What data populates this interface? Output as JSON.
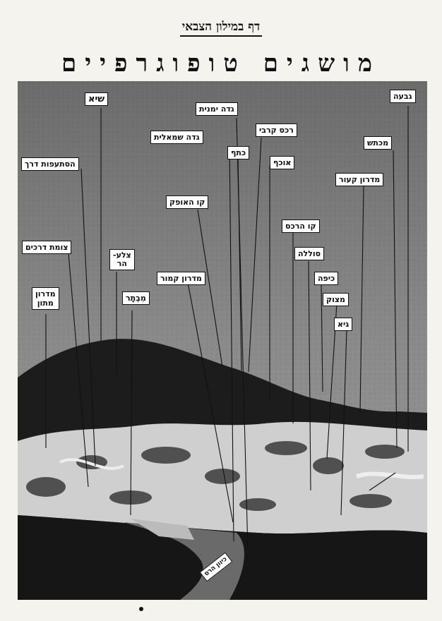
{
  "header": {
    "label": "דף במילון הצבאי"
  },
  "title": "מושגים טופוגרפיים",
  "labels": {
    "givea": "גבעה",
    "shia": "שיא",
    "gada_yemanit": "גדה ימנית",
    "gada_smalit": "גדה שמאלית",
    "reches_krevi": "רכס קרבי",
    "katef": "כתף",
    "ochef": "אוכף",
    "michtash": "מכתש",
    "hista_afut": "הסתעפות דרך",
    "midron_kaur": "מדרון קעור",
    "kav_haofek": "קו האופק",
    "kav_harechess": "קו הרכס",
    "tzomet": "צומת דרכים",
    "tzla_har": "צלע-\nהר",
    "solela": "סוללה",
    "kipa": "כיפה",
    "midron_kamur": "מדרון קמור",
    "midron_matun": "מדרון\nמתון",
    "mivtar": "מִבְתָר",
    "metzuk": "מצוק",
    "gai": "גיא",
    "kivun_harosh": "כיוון הרס"
  }
}
